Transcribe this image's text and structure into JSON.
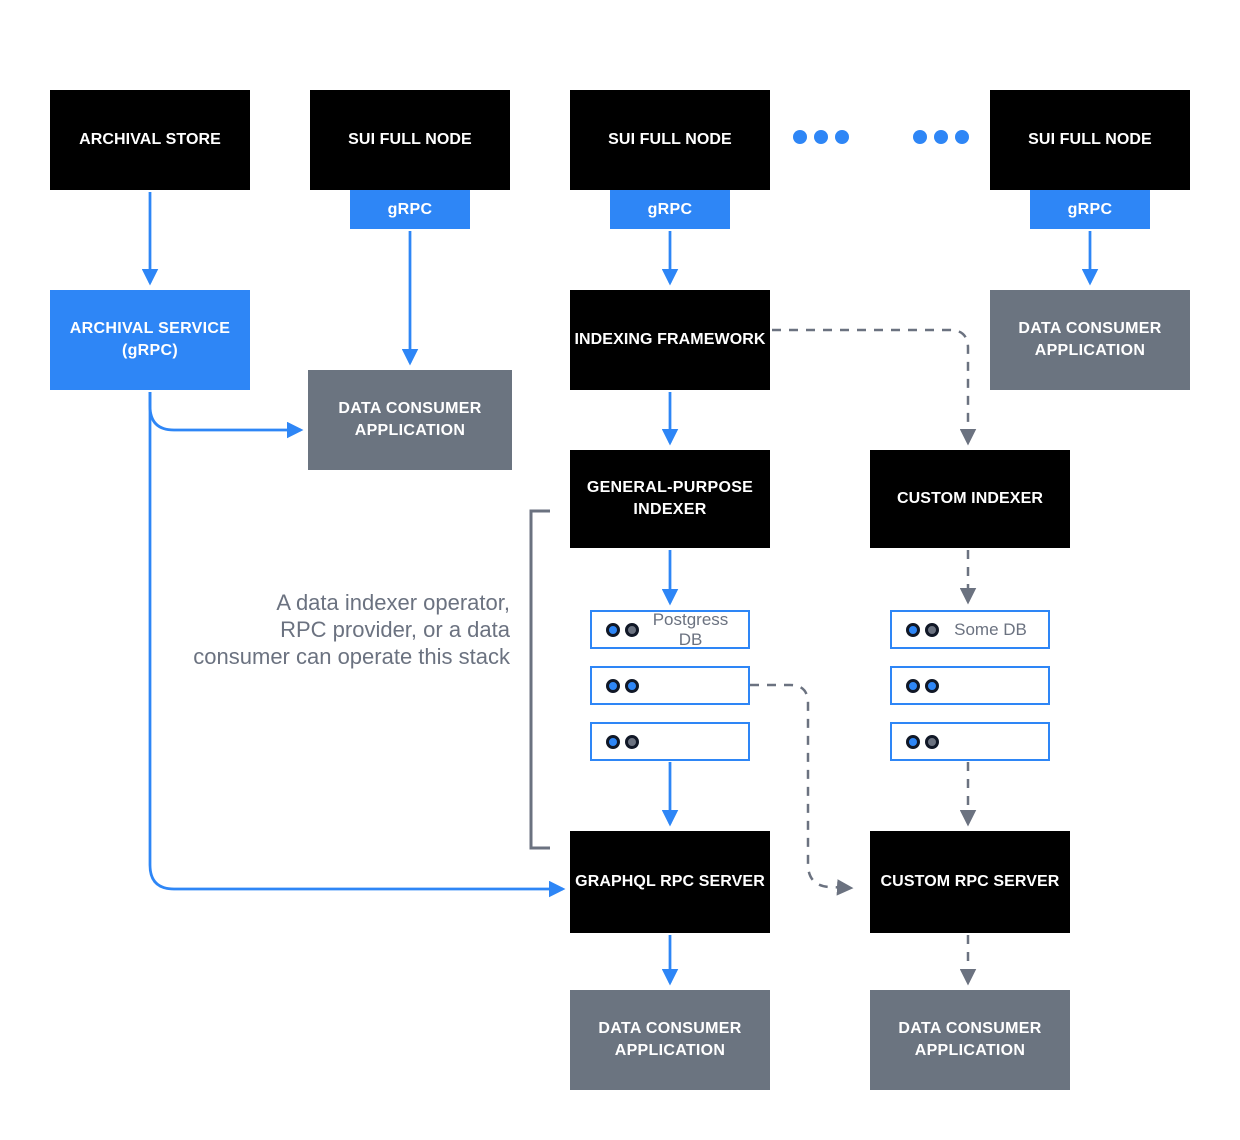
{
  "labels": {
    "archival_store": "ARCHIVAL STORE",
    "sui_full_node": "SUI FULL NODE",
    "grpc": "gRPC",
    "archival_service": "ARCHIVAL SERVICE (gRPC)",
    "data_consumer_application": "DATA CONSUMER APPLICATION",
    "indexing_framework": "INDEXING FRAMEWORK",
    "general_purpose_indexer": "GENERAL-PURPOSE INDEXER",
    "custom_indexer": "CUSTOM INDEXER",
    "graphql_rpc_server": "GRAPHQL RPC SERVER",
    "custom_rpc_server": "CUSTOM RPC SERVER"
  },
  "db_stacks": {
    "general": {
      "rows": [
        {
          "label": "Postgress DB",
          "dots": [
            "blue",
            "gray"
          ]
        },
        {
          "label": "",
          "dots": [
            "blue",
            "blue"
          ]
        },
        {
          "label": "",
          "dots": [
            "blue",
            "gray"
          ]
        }
      ]
    },
    "custom": {
      "rows": [
        {
          "label": "Some DB",
          "dots": [
            "blue",
            "gray"
          ]
        },
        {
          "label": "",
          "dots": [
            "blue",
            "blue"
          ]
        },
        {
          "label": "",
          "dots": [
            "blue",
            "gray"
          ]
        }
      ]
    }
  },
  "note": {
    "lines": [
      "A data indexer operator,",
      "RPC provider, or a data",
      "consumer can operate this stack"
    ]
  },
  "colors": {
    "accent_blue": "#2E86F6",
    "box_black": "#000000",
    "box_gray": "#6B7480",
    "line_gray": "#6B7280",
    "db_dot_ring": "#111827",
    "db_text_gray": "#6B7280"
  }
}
